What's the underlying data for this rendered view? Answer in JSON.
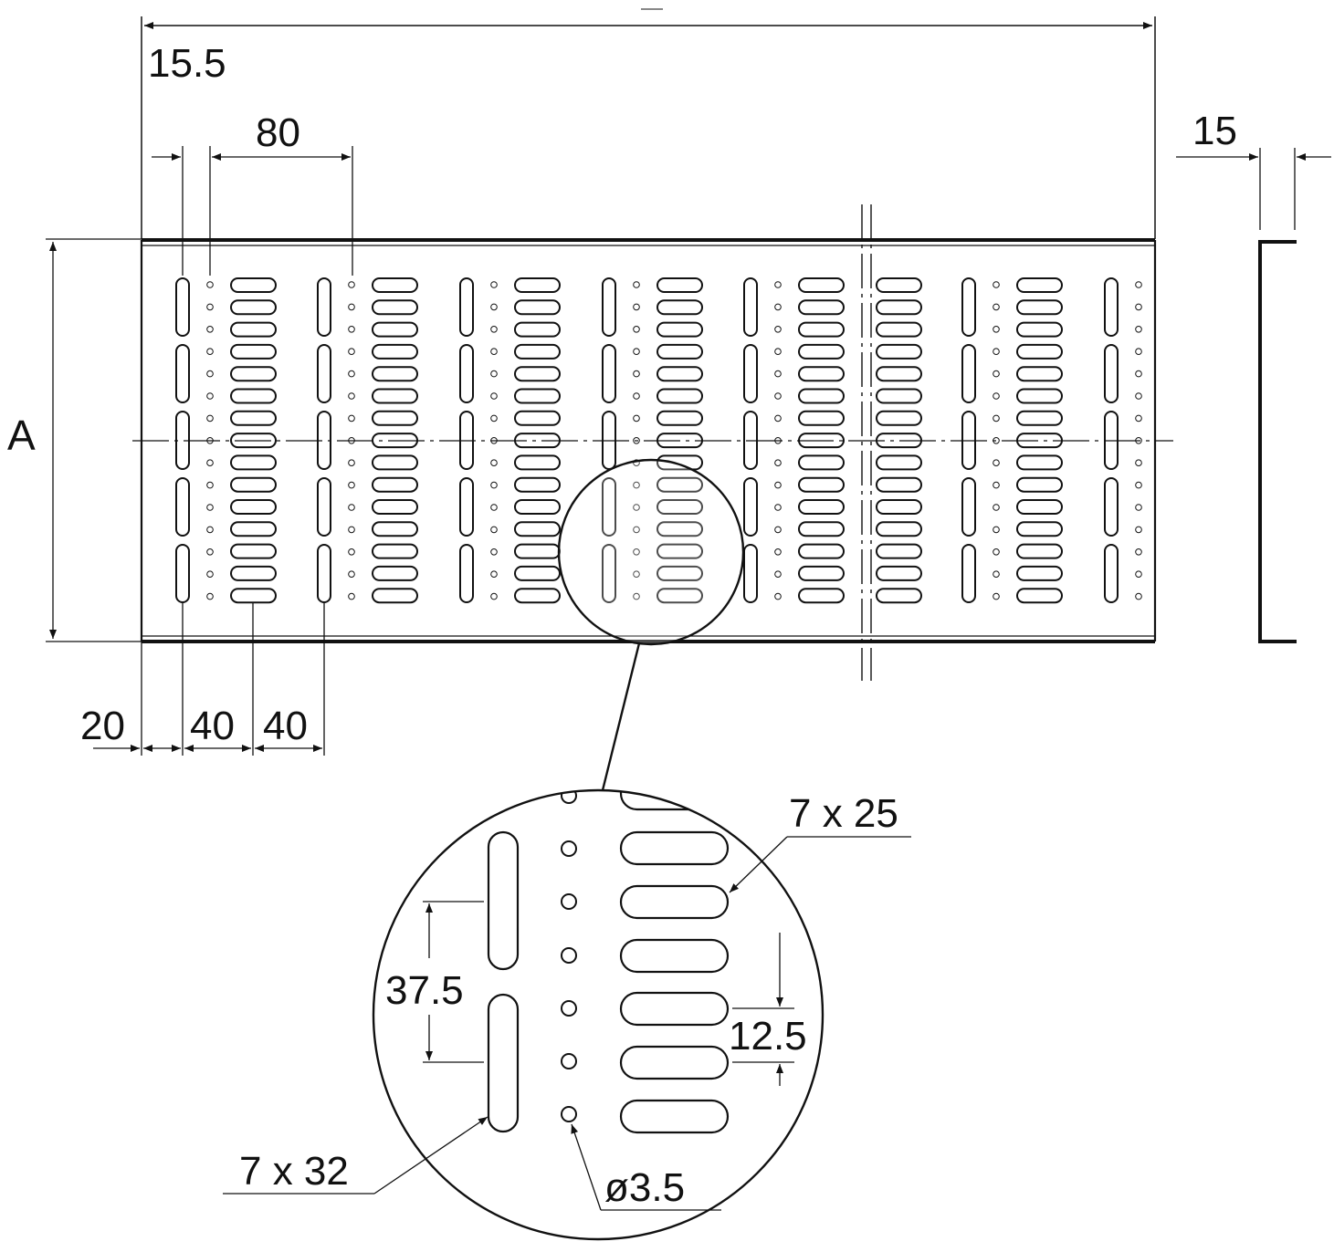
{
  "dimensions": {
    "overall_top": "15.5",
    "pitch": "80",
    "flange": "15",
    "height": "A",
    "edge_offset": "20",
    "spacing_1": "40",
    "spacing_2": "40"
  },
  "detail": {
    "slot_large": "7 x 32",
    "slot_small": "7 x 25",
    "slot_pitch": "37.5",
    "small_gap": "12.5",
    "hole": "ø3.5"
  }
}
